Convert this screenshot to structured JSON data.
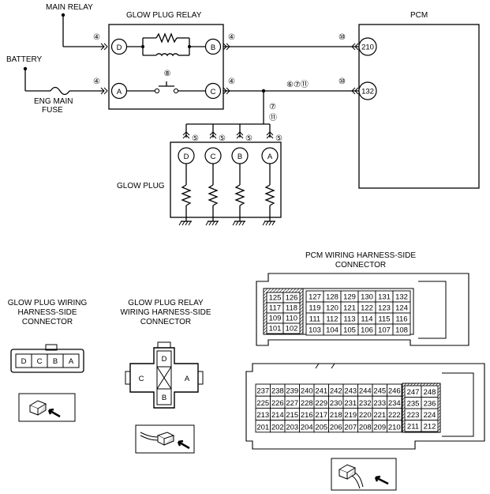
{
  "wiring": {
    "main_relay": "MAIN RELAY",
    "battery": "BATTERY",
    "fuse_line1": "ENG MAIN",
    "fuse_line2": "FUSE",
    "relay_title": "GLOW PLUG  RELAY",
    "pcm_title": "PCM",
    "glow_plug_label": "GLOW PLUG",
    "relay_terms": {
      "d": "D",
      "b": "B",
      "a": "A",
      "c": "C"
    },
    "pcm_terms": {
      "t210": "210",
      "t132": "132"
    },
    "plug_terms": [
      "D",
      "C",
      "B",
      "A"
    ],
    "circle_nums": {
      "d_left": "④",
      "a_left": "④",
      "b_right": "④",
      "c_right": "④",
      "pcm_top": "⑩",
      "pcm_bottom": "⑩",
      "relay_mid": "⑧",
      "junction": "⑥⑦⑪",
      "vert_top": "⑦",
      "vert_bottom": "⑪",
      "plug": [
        "⑤",
        "⑤",
        "⑤",
        "⑤"
      ]
    }
  },
  "connectors": {
    "pcm_title_line1": "PCM WIRING HARNESS-SIDE",
    "pcm_title_line2": "CONNECTOR",
    "glow_plug_title": [
      "GLOW PLUG  WIRING",
      "HARNESS-SIDE",
      "CONNECTOR"
    ],
    "relay_title": [
      "GLOW PLUG  RELAY",
      "WIRING HARNESS-SIDE",
      "CONNECTOR"
    ],
    "glow_plug_pins": [
      "D",
      "C",
      "B",
      "A"
    ],
    "relay_pins": {
      "d": "D",
      "c": "C",
      "a": "A",
      "b": "B"
    },
    "pcm_upper_left": [
      [
        "125",
        "126"
      ],
      [
        "117",
        "118"
      ],
      [
        "109",
        "110"
      ],
      [
        "101",
        "102"
      ]
    ],
    "pcm_upper_right": [
      [
        "127",
        "128",
        "129",
        "130",
        "131",
        "132"
      ],
      [
        "119",
        "120",
        "121",
        "122",
        "123",
        "124"
      ],
      [
        "111",
        "112",
        "113",
        "114",
        "115",
        "116"
      ],
      [
        "103",
        "104",
        "105",
        "106",
        "107",
        "108"
      ]
    ],
    "pcm_lower_main": [
      [
        "237",
        "238",
        "239",
        "240",
        "241",
        "242",
        "243",
        "244",
        "245",
        "246"
      ],
      [
        "225",
        "226",
        "227",
        "228",
        "229",
        "230",
        "231",
        "232",
        "233",
        "234"
      ],
      [
        "213",
        "214",
        "215",
        "216",
        "217",
        "218",
        "219",
        "220",
        "221",
        "222"
      ],
      [
        "201",
        "202",
        "203",
        "204",
        "205",
        "206",
        "207",
        "208",
        "209",
        "210"
      ]
    ],
    "pcm_lower_right": [
      [
        "247",
        "248"
      ],
      [
        "235",
        "236"
      ],
      [
        "223",
        "224"
      ],
      [
        "211",
        "212"
      ]
    ]
  }
}
